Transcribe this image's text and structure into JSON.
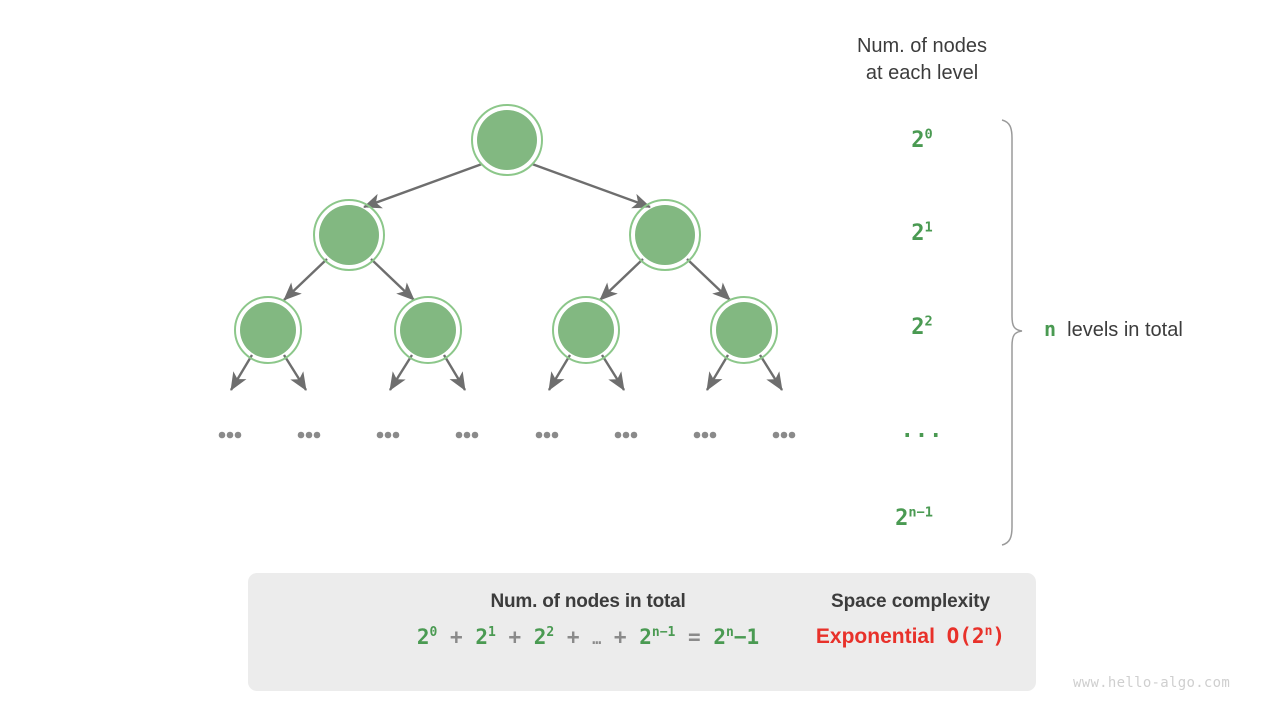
{
  "diagram": {
    "title_lines": "Num. of nodes\nat each level",
    "levels_total_var": "n",
    "levels_total_text": "levels in total",
    "watermark": "www.hello-algo.com",
    "colors": {
      "node_fill": "#82b881",
      "node_ring": "#8cc78a",
      "edge": "#6e6e6e",
      "green_text": "#4a9a52",
      "red_text": "#e8312a",
      "box_bg": "#ececec",
      "gray_text": "#8a8a8a",
      "brace": "#9a9a9a",
      "ellipsis": "#8a8a8a",
      "watermark": "#cfcfcf"
    },
    "level_labels": [
      {
        "base": "2",
        "exp": "0",
        "kind": "power"
      },
      {
        "base": "2",
        "exp": "1",
        "kind": "power"
      },
      {
        "base": "2",
        "exp": "2",
        "kind": "power"
      },
      {
        "base": "...",
        "exp": "",
        "kind": "dots"
      },
      {
        "base": "2",
        "exp": "n-1",
        "kind": "power"
      }
    ],
    "tree": {
      "level_node_counts": [
        1,
        2,
        4
      ],
      "ellipsis_count": 8,
      "ellipsis_glyph": "..."
    }
  },
  "summary": {
    "left_title": "Num. of nodes in total",
    "formula_terms": [
      "2",
      "2",
      "2",
      "2",
      "2",
      "2"
    ],
    "formula_exps": [
      "0",
      "1",
      "2",
      "",
      "n-1",
      "n"
    ],
    "formula_plain": "2⁰ + 2¹ + 2² + … + 2ⁿ⁻¹ = 2ⁿ-1",
    "op_plus": "+",
    "op_ellipsis": "…",
    "op_equals": "=",
    "tail": "-1",
    "arrow_icon": "block-arrow-right",
    "right_title": "Space complexity",
    "verdict_label": "Exponential",
    "verdict_bigo_prefix": "O(2",
    "verdict_bigo_exp": "n",
    "verdict_bigo_suffix": ")"
  }
}
